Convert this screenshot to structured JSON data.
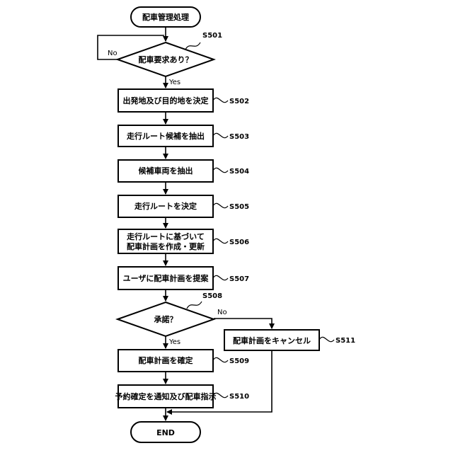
{
  "flowchart": {
    "start": "配車管理処理",
    "end": "END",
    "s501": {
      "ref": "S501",
      "question": "配車要求あり？",
      "yes": "Yes",
      "no": "No"
    },
    "s502": {
      "ref": "S502",
      "label": "出発地及び目的地を決定"
    },
    "s503": {
      "ref": "S503",
      "label": "走行ルート候補を抽出"
    },
    "s504": {
      "ref": "S504",
      "label": "候補車両を抽出"
    },
    "s505": {
      "ref": "S505",
      "label": "走行ルートを決定"
    },
    "s506": {
      "ref": "S506",
      "line1": "走行ルートに基づいて",
      "line2": "配車計画を作成・更新"
    },
    "s507": {
      "ref": "S507",
      "label": "ユーザに配車計画を提案"
    },
    "s508": {
      "ref": "S508",
      "question": "承諾？",
      "yes": "Yes",
      "no": "No"
    },
    "s509": {
      "ref": "S509",
      "label": "配車計画を確定"
    },
    "s510": {
      "ref": "S510",
      "label": "予約確定を通知及び配車指示"
    },
    "s511": {
      "ref": "S511",
      "label": "配車計画をキャンセル"
    }
  }
}
